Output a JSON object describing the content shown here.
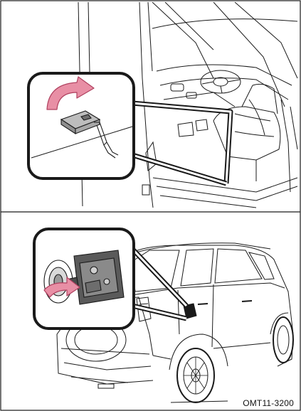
{
  "figure": {
    "code": "OMT11-3200",
    "panels": [
      {
        "id": "top",
        "subject": "fuel-door-release-lever"
      },
      {
        "id": "bottom",
        "subject": "fuel-filler-door-open"
      }
    ],
    "colors": {
      "line": "#1a1a1a",
      "arrow_fill": "#e88fa5",
      "arrow_stroke": "#b0405f",
      "panel_bg": "#ffffff"
    }
  }
}
